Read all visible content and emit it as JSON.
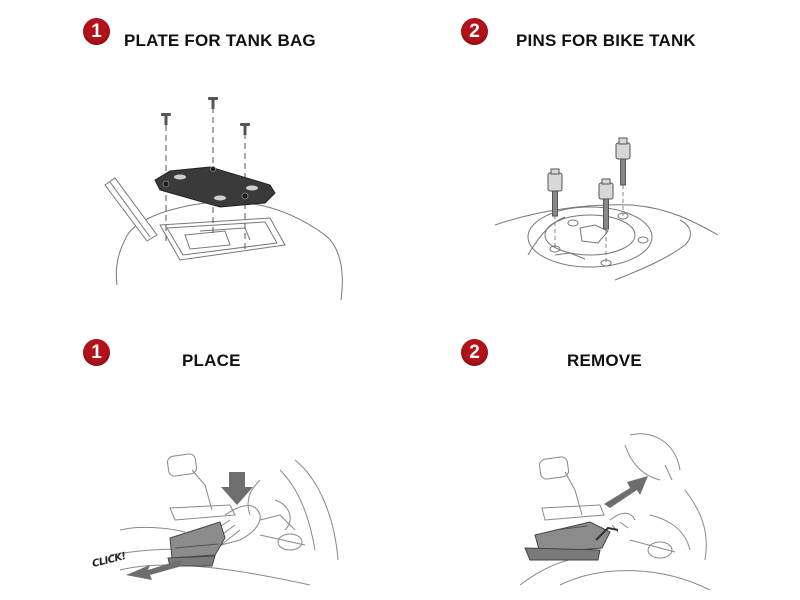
{
  "colors": {
    "badge_red": "#b3121a",
    "badge_text": "#ffffff",
    "title_text": "#111111",
    "plate_dark": "#3a3a3a",
    "bag_gray": "#8c8c8c",
    "arrow_gray": "#6e6e6e",
    "line_gray": "#777777"
  },
  "sections": [
    {
      "id": "plate-for-tank-bag",
      "step_number": "1",
      "title": "PLATE FOR TANK BAG",
      "illustration": "plate-mounted-on-tank-with-three-screws"
    },
    {
      "id": "pins-for-bike-tank",
      "step_number": "2",
      "title": "PINS FOR BIKE TANK",
      "illustration": "three-pins-screwed-into-tank-filler-ring"
    },
    {
      "id": "place",
      "step_number": "1",
      "title": "PLACE",
      "illustration": "hand-pressing-tank-bag-down-onto-tank",
      "annotation": "CLICK!"
    },
    {
      "id": "remove",
      "step_number": "2",
      "title": "REMOVE",
      "illustration": "hand-pulling-release-tab-lifting-tank-bag"
    }
  ],
  "icons": {
    "down_arrow": "arrow-down-icon",
    "left_arrow": "arrow-left-icon",
    "up_right_arrow": "arrow-up-right-icon"
  }
}
